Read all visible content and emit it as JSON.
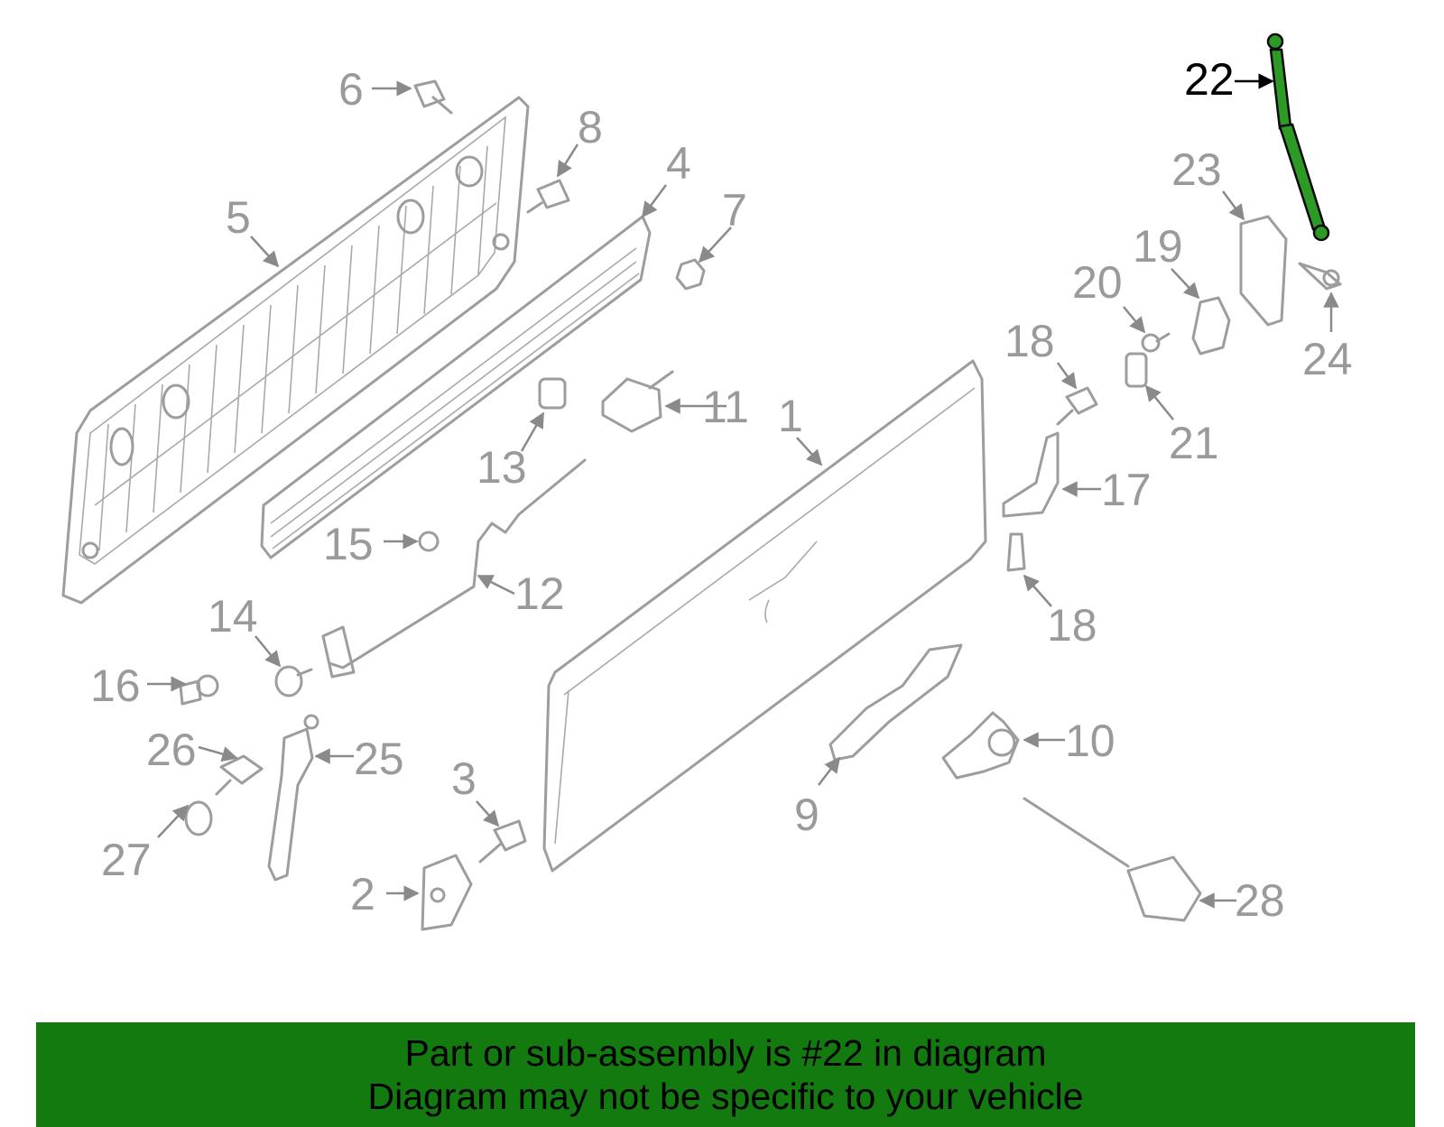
{
  "highlight": {
    "part_number": "22",
    "color": "#2e9a26"
  },
  "callouts": [
    "1",
    "2",
    "3",
    "4",
    "5",
    "6",
    "7",
    "8",
    "9",
    "10",
    "11",
    "12",
    "13",
    "14",
    "15",
    "16",
    "17",
    "18",
    "18",
    "19",
    "20",
    "21",
    "22",
    "23",
    "24",
    "25",
    "26",
    "27",
    "28"
  ],
  "banner": {
    "line1": "Part or sub-assembly is #22 in diagram",
    "line2": "Diagram may not be specific to your vehicle",
    "background": "#137a10"
  }
}
